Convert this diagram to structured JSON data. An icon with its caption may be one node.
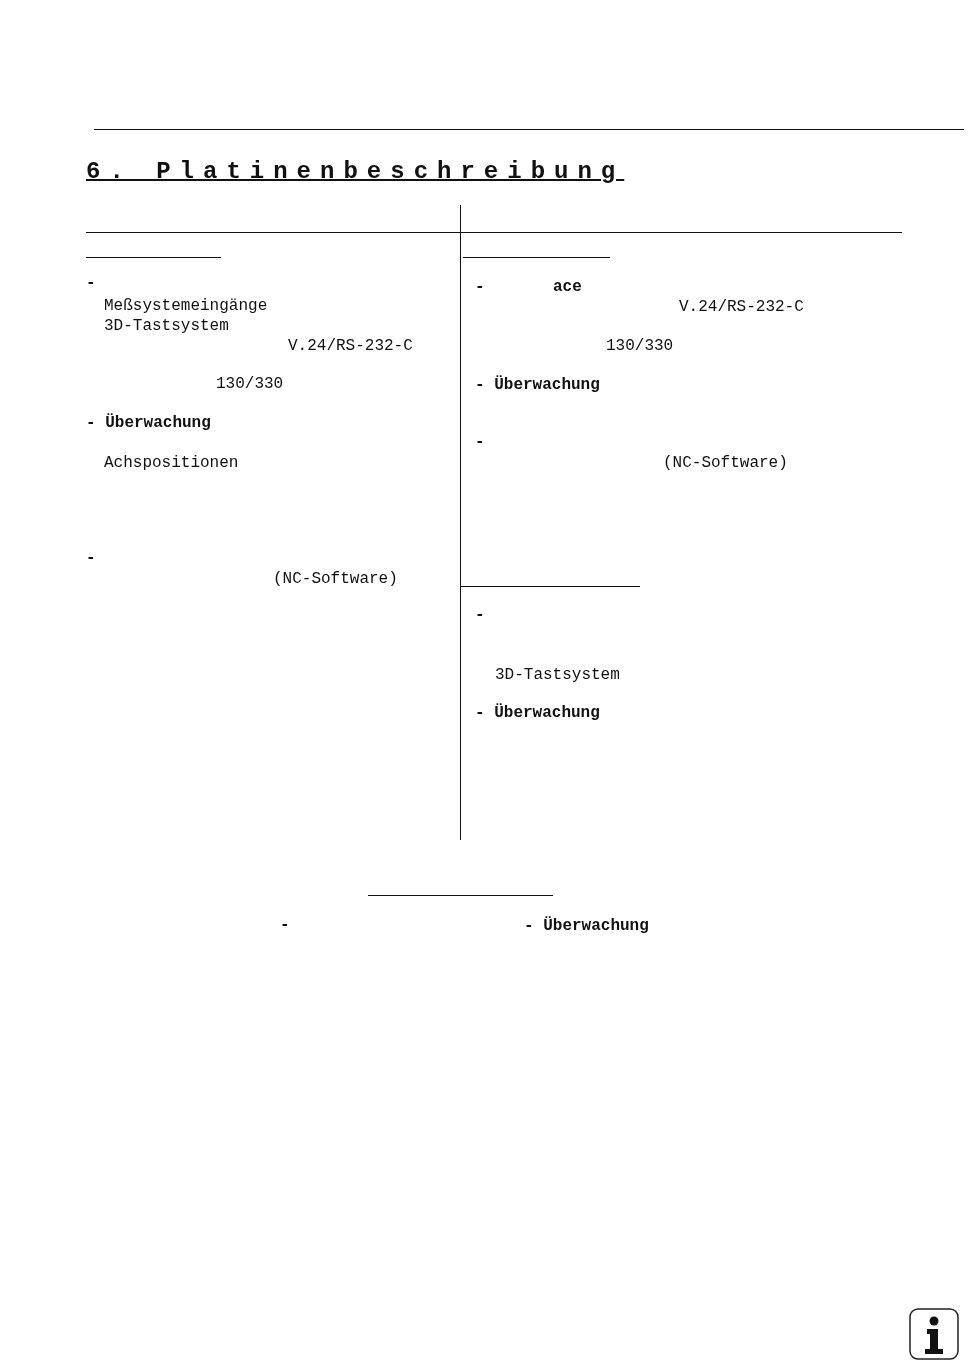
{
  "diagram": {
    "title": "6. Platinenbeschreibung",
    "labels": [
      "-",
      "Meßsystemeingänge",
      "3D-Tastsystem",
      "V.24/RS-232-C",
      "130/330",
      "- Überwachung",
      "Achspositionen",
      "-",
      "(NC-Software)",
      "-",
      "ace",
      "V.24/RS-232-C",
      "130/330",
      "- Überwachung",
      "-",
      "(NC-Software)",
      "-",
      "3D-Tastsystem",
      "- Überwachung",
      "-",
      "- Überwachung"
    ]
  }
}
